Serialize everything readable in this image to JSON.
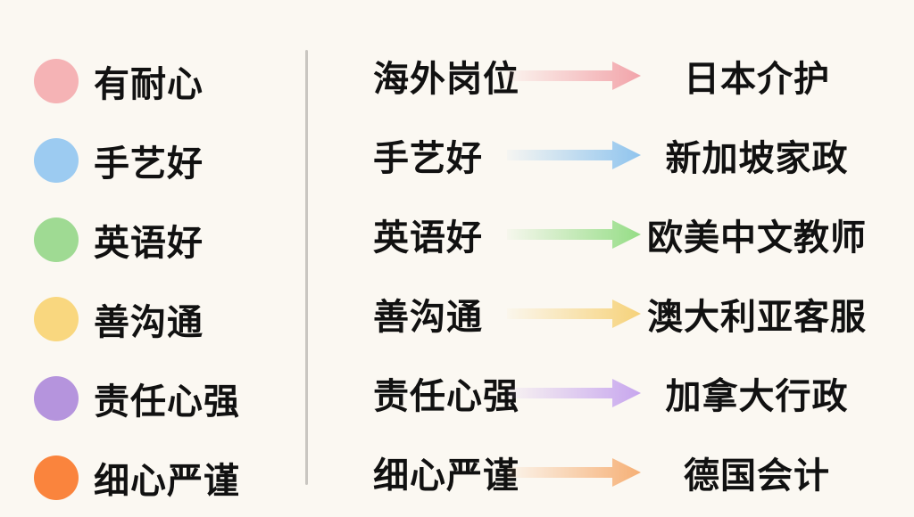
{
  "traits": [
    {
      "label": "有耐心",
      "color": "#f5b3b5"
    },
    {
      "label": "手艺好",
      "color": "#9ccbf1"
    },
    {
      "label": "英语好",
      "color": "#9fda93"
    },
    {
      "label": "善沟通",
      "color": "#f9d77f"
    },
    {
      "label": "责任心强",
      "color": "#b594dd"
    },
    {
      "label": "细心严谨",
      "color": "#fa843d"
    }
  ],
  "mappings": [
    {
      "from": "海外岗位",
      "to": "日本介护",
      "color": "#f2a4aa"
    },
    {
      "from": "手艺好",
      "to": "新加坡家政",
      "color": "#8fc4ee"
    },
    {
      "from": "英语好",
      "to": "欧美中文教师",
      "color": "#95dd86"
    },
    {
      "from": "善沟通",
      "to": "澳大利亚客服",
      "color": "#f6d27a"
    },
    {
      "from": "责任心强",
      "to": "加拿大行政",
      "color": "#c7a6ee"
    },
    {
      "from": "细心严谨",
      "to": "德国会计",
      "color": "#f6b076"
    }
  ]
}
